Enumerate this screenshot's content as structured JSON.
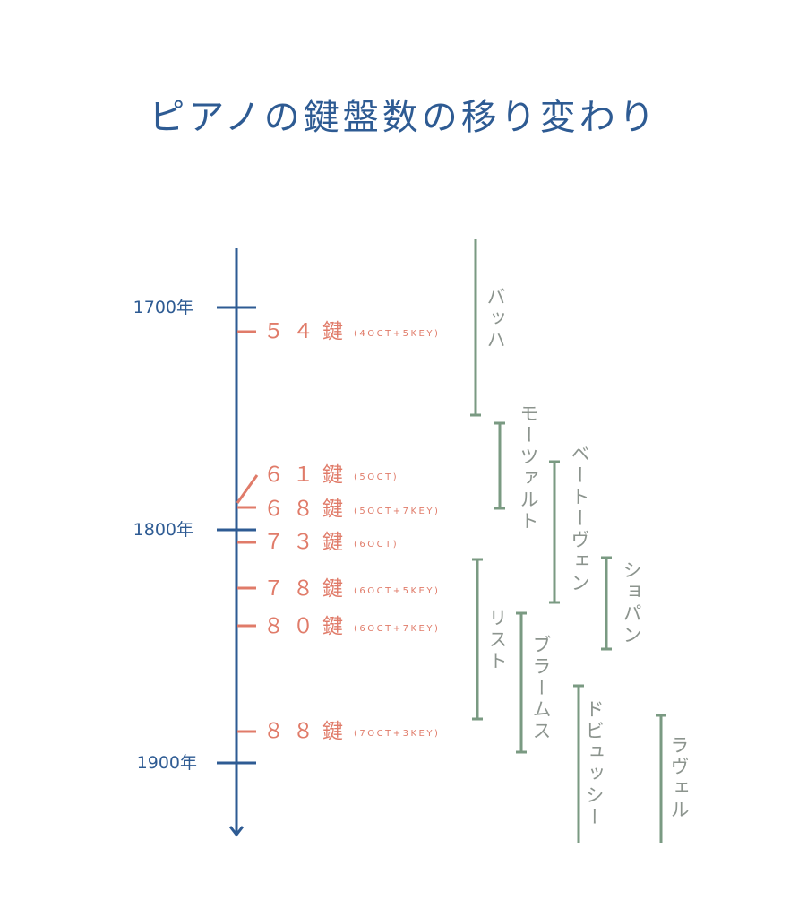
{
  "title": "ピアノの鍵盤数の移り変わり",
  "colors": {
    "timeline": "#2e5b93",
    "keys": "#e07b69",
    "composers": "#7a9a82"
  },
  "years": [
    "1700年",
    "1800年",
    "1900年"
  ],
  "keys": [
    {
      "label": "５４鍵",
      "detail": "(4OCT+5KEY)"
    },
    {
      "label": "６１鍵",
      "detail": "(5OCT)"
    },
    {
      "label": "６８鍵",
      "detail": "(5OCT+7KEY)"
    },
    {
      "label": "７３鍵",
      "detail": "(6OCT)"
    },
    {
      "label": "７８鍵",
      "detail": "(6OCT+5KEY)"
    },
    {
      "label": "８０鍵",
      "detail": "(6OCT+7KEY)"
    },
    {
      "label": "８８鍵",
      "detail": "(7OCT+3KEY)"
    }
  ],
  "composers": [
    "バッハ",
    "モーツァルト",
    "ベートーヴェン",
    "ショパン",
    "リスト",
    "ブラームス",
    "ドビュッシー",
    "ラヴェル"
  ]
}
